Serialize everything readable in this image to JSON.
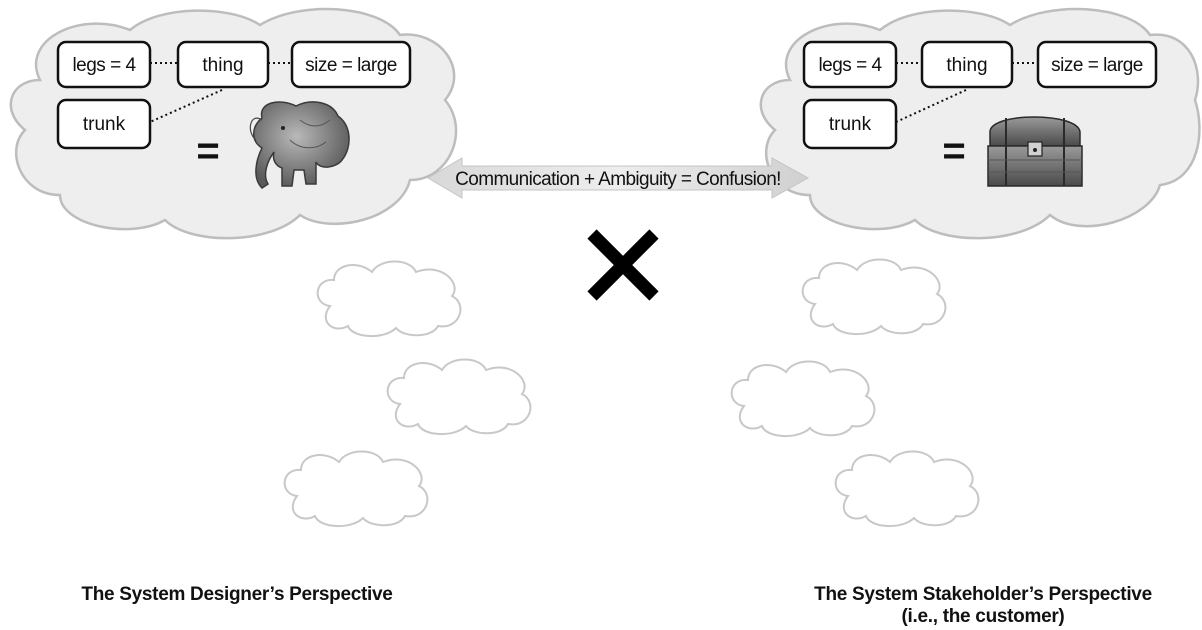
{
  "arrow": {
    "label": "Communication + Ambiguity = Confusion!"
  },
  "left_cloud": {
    "boxes": {
      "legs": "legs = 4",
      "thing": "thing",
      "size": "size = large",
      "trunk": "trunk"
    },
    "equals": "=",
    "picture": "elephant"
  },
  "right_cloud": {
    "boxes": {
      "legs": "legs = 4",
      "thing": "thing",
      "size": "size = large",
      "trunk": "trunk"
    },
    "equals": "=",
    "picture": "treasure-chest"
  },
  "mismatch_symbol": "X",
  "captions": {
    "left": "The System Designer’s Perspective",
    "right_line1": "The System Stakeholder’s Perspective",
    "right_line2": "(i.e., the customer)"
  },
  "colors": {
    "cloud_fill": "#eeeeee",
    "cloud_stroke": "#bdbdbd",
    "small_cloud_stroke": "#c8c8c8",
    "arrow_fill": "#bcbcbc",
    "box_stroke": "#111111"
  }
}
